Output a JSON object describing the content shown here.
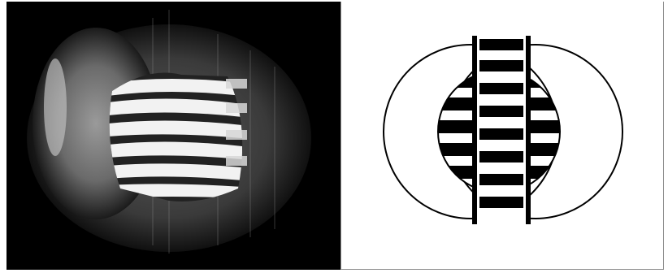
{
  "figure": {
    "left_panel": {
      "kind": "photograph",
      "description_icon": "interference-fringe-photo"
    },
    "right_panel": {
      "kind": "schematic",
      "description_icon": "overlapping-circles-fringe-diagram"
    },
    "colors": {
      "photo_background": "#000000",
      "diagram_background": "#ffffff",
      "stroke": "#000000",
      "border": "#8c8c8c"
    }
  }
}
